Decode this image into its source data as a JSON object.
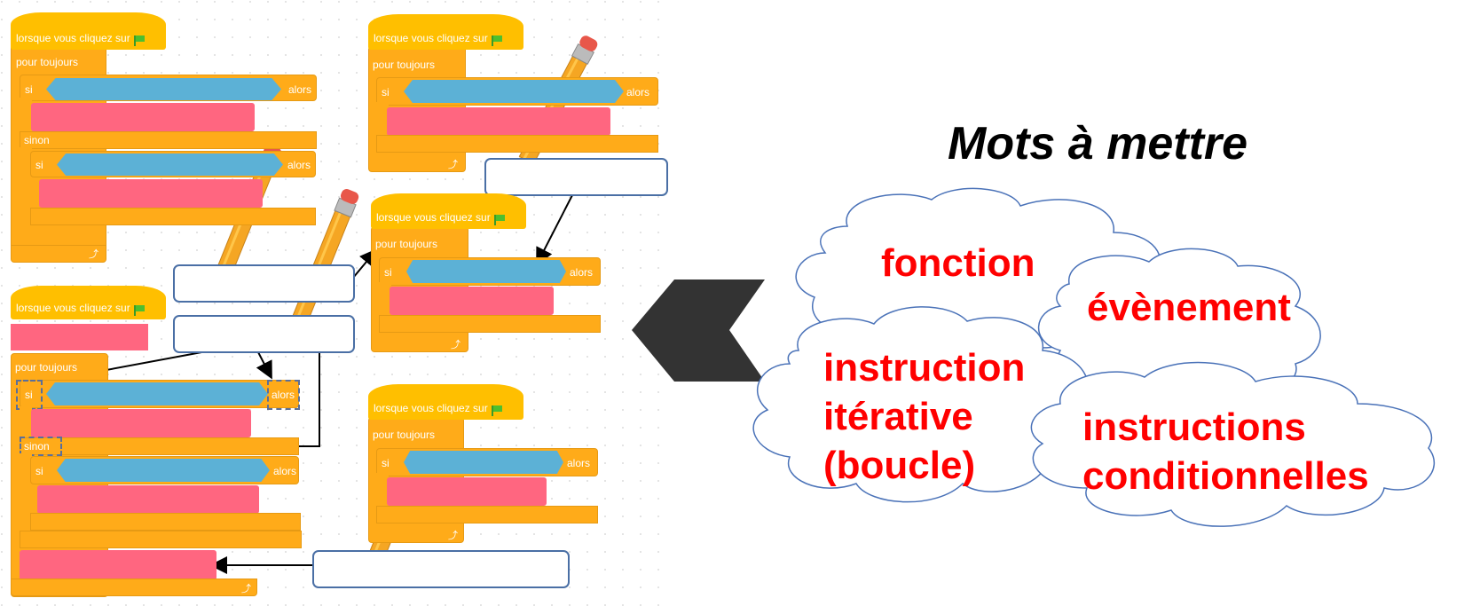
{
  "title": "Mots à mettre",
  "words": [
    "fonction",
    "évènement",
    "instruction",
    "itérative",
    "(boucle)",
    "instructions",
    "conditionnelles"
  ],
  "blocks": {
    "hat_label": "lorsque vous cliquez sur",
    "forever_label": "pour toujours",
    "if_label": "si",
    "then_label": "alors",
    "else_label": "sinon"
  },
  "colors": {
    "event": "#ffbf00",
    "control": "#ffab19",
    "sensing": "#5cb1d6",
    "pink": "#ff6680",
    "words": "#ff0000",
    "answer_border": "#4a6fa5"
  },
  "icons": [
    "green-flag-icon",
    "loop-arrow-icon",
    "pencil-icon",
    "chevron-left-icon",
    "cloud-icon"
  ]
}
